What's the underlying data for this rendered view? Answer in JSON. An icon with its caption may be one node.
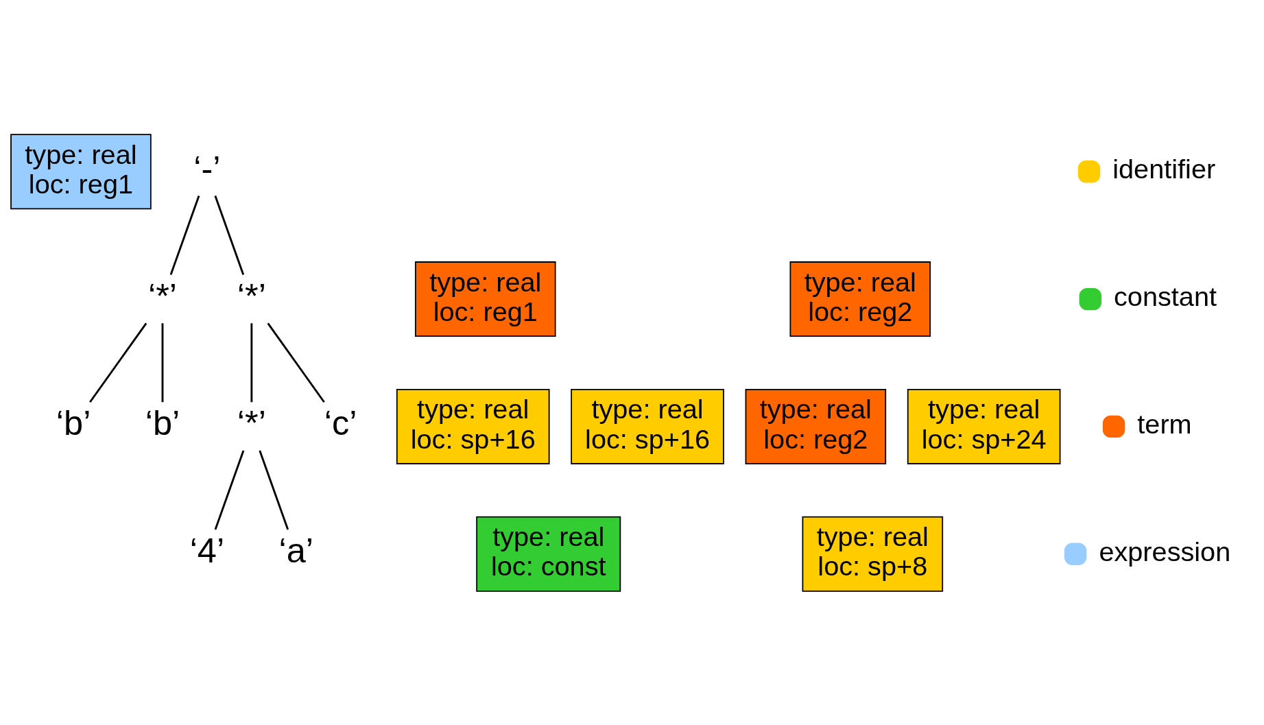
{
  "diagram": {
    "nodes": [
      {
        "text": [
          "type: real",
          "loc: reg1"
        ]
      },
      {
        "text": [
          "‘-’"
        ]
      },
      {
        "text": [
          "type: real",
          "loc: reg1"
        ]
      },
      {
        "text": [
          "‘*’"
        ]
      },
      {
        "text": [
          "type: real",
          "loc: reg2"
        ]
      },
      {
        "text": [
          "‘*’"
        ]
      },
      {
        "text": [
          "‘b’"
        ]
      },
      {
        "text": [
          "type: real",
          "loc: sp+16"
        ]
      },
      {
        "text": [
          "‘b’"
        ]
      },
      {
        "text": [
          "type: real",
          "loc: sp+16"
        ]
      },
      {
        "text": [
          "type: real",
          "loc: reg2"
        ]
      },
      {
        "text": [
          "‘*’"
        ]
      },
      {
        "text": [
          "‘c’"
        ]
      },
      {
        "text": [
          "type: real",
          "loc: sp+24"
        ]
      },
      {
        "text": [
          "‘4’"
        ]
      },
      {
        "text": [
          "type: real",
          "loc: const"
        ]
      },
      {
        "text": [
          "‘a’"
        ]
      },
      {
        "text": [
          "type: real",
          "loc: sp+8"
        ]
      }
    ],
    "edges": [
      {
        "from": 1,
        "to": 3,
        "arrow": "none"
      },
      {
        "from": 1,
        "to": 5,
        "arrow": "none"
      },
      {
        "from": 3,
        "to": 6,
        "arrow": "none"
      },
      {
        "from": 3,
        "to": 8,
        "arrow": "none"
      },
      {
        "from": 5,
        "to": 11,
        "arrow": "none"
      },
      {
        "from": 5,
        "to": 12,
        "arrow": "none"
      },
      {
        "from": 11,
        "to": 14,
        "arrow": "none"
      },
      {
        "from": 11,
        "to": 16,
        "arrow": "none"
      }
    ],
    "legend": [
      {
        "text": "identifier",
        "color": "#ffcc00"
      },
      {
        "text": "constant",
        "color": "#33cc33"
      },
      {
        "text": "term",
        "color": "#ff6600"
      },
      {
        "text": "expression",
        "color": "#99ccff"
      }
    ]
  }
}
